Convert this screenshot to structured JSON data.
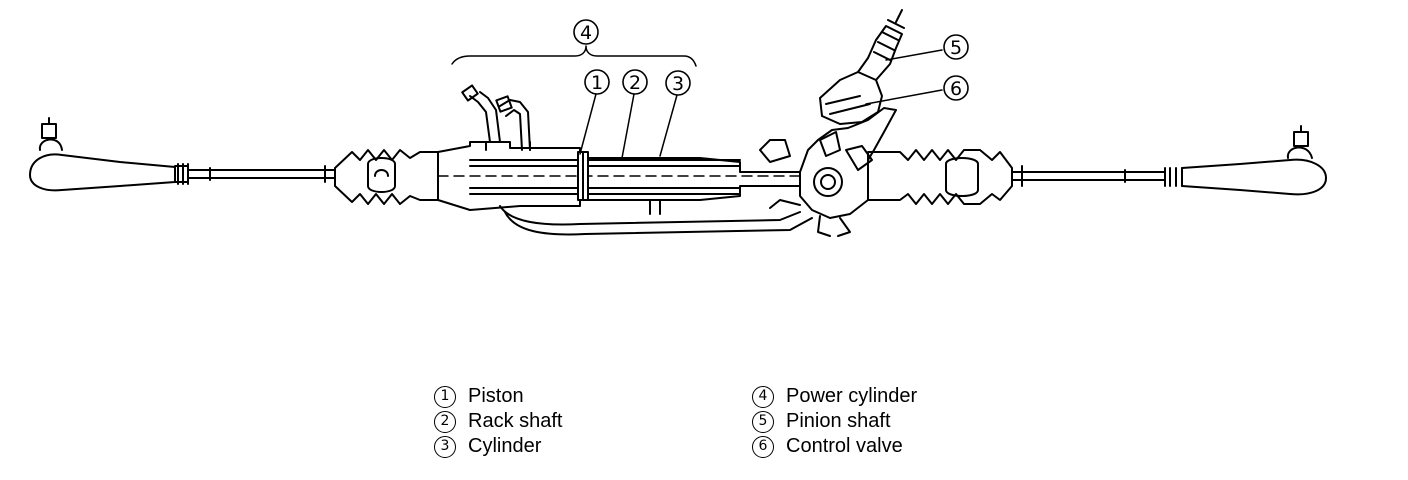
{
  "callouts": [
    {
      "id": "1",
      "label": "1"
    },
    {
      "id": "2",
      "label": "2"
    },
    {
      "id": "3",
      "label": "3"
    },
    {
      "id": "4",
      "label": "4"
    },
    {
      "id": "5",
      "label": "5"
    },
    {
      "id": "6",
      "label": "6"
    }
  ],
  "legend": [
    {
      "number": "1",
      "text": "Piston"
    },
    {
      "number": "2",
      "text": "Rack shaft"
    },
    {
      "number": "3",
      "text": "Cylinder"
    },
    {
      "number": "4",
      "text": "Power cylinder"
    },
    {
      "number": "5",
      "text": "Pinion shaft"
    },
    {
      "number": "6",
      "text": "Control valve"
    }
  ]
}
